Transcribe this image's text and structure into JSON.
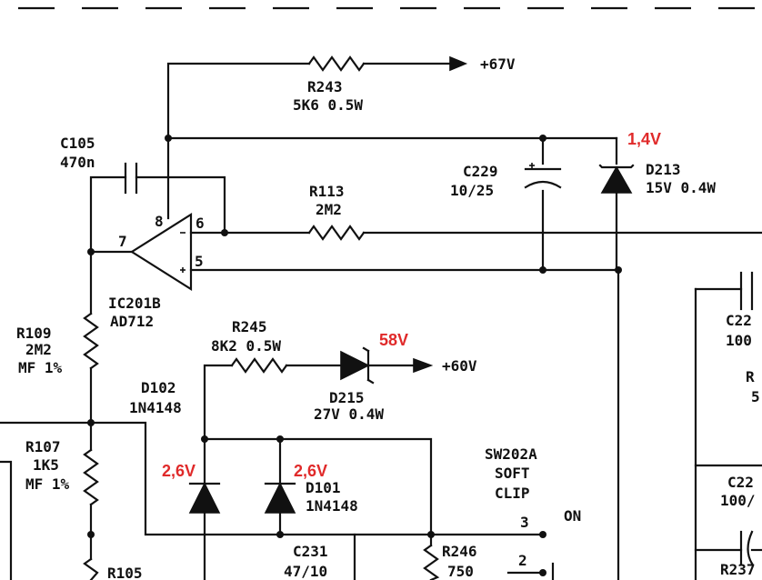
{
  "components": {
    "r243": {
      "ref": "R243",
      "value": "5K6  0.5W"
    },
    "supply_top": "+67V",
    "c105": {
      "ref": "C105",
      "value": "470n"
    },
    "c229": {
      "ref": "C229",
      "value": "10/25"
    },
    "d213": {
      "ref": "D213",
      "value": "15V  0.4W"
    },
    "r113": {
      "ref": "R113",
      "value": "2M2"
    },
    "ic": {
      "ref": "IC201B",
      "value": "AD712",
      "pin8": "8",
      "pin6": "6",
      "pin7": "7",
      "pin5": "5"
    },
    "r109": {
      "ref": "R109",
      "value": "2M2",
      "tol": "MF  1%"
    },
    "r245": {
      "ref": "R245",
      "value": "8K2  0.5W"
    },
    "supply_mid": "+60V",
    "d215": {
      "ref": "D215",
      "value": "27V  0.4W"
    },
    "d102": {
      "ref": "D102",
      "value": "1N4148"
    },
    "r107": {
      "ref": "R107",
      "value": "1K5",
      "tol": "MF  1%"
    },
    "d101": {
      "ref": "D101",
      "value": "1N4148"
    },
    "sw": {
      "ref": "SW202A",
      "l1": "SOFT",
      "l2": "CLIP",
      "on": "ON",
      "pin3": "3",
      "pin2": "2"
    },
    "c231": {
      "ref": "C231",
      "value": "47/10"
    },
    "r246": {
      "ref": "R246",
      "value": "750"
    },
    "r105": {
      "ref": "R105"
    },
    "partials": {
      "c22a": "C22",
      "c22a_val": "100",
      "r_mid": "R",
      "r_mid_val": "5",
      "c22b": "C22",
      "c22b_val": "100/",
      "r237": "R237"
    }
  },
  "annotations": {
    "v_d213": "1,4V",
    "v_d215": "58V",
    "v_d102": "2,6V",
    "v_d101": "2,6V"
  },
  "colors": {
    "annotation": "#e02a2a",
    "ink": "#111111"
  }
}
